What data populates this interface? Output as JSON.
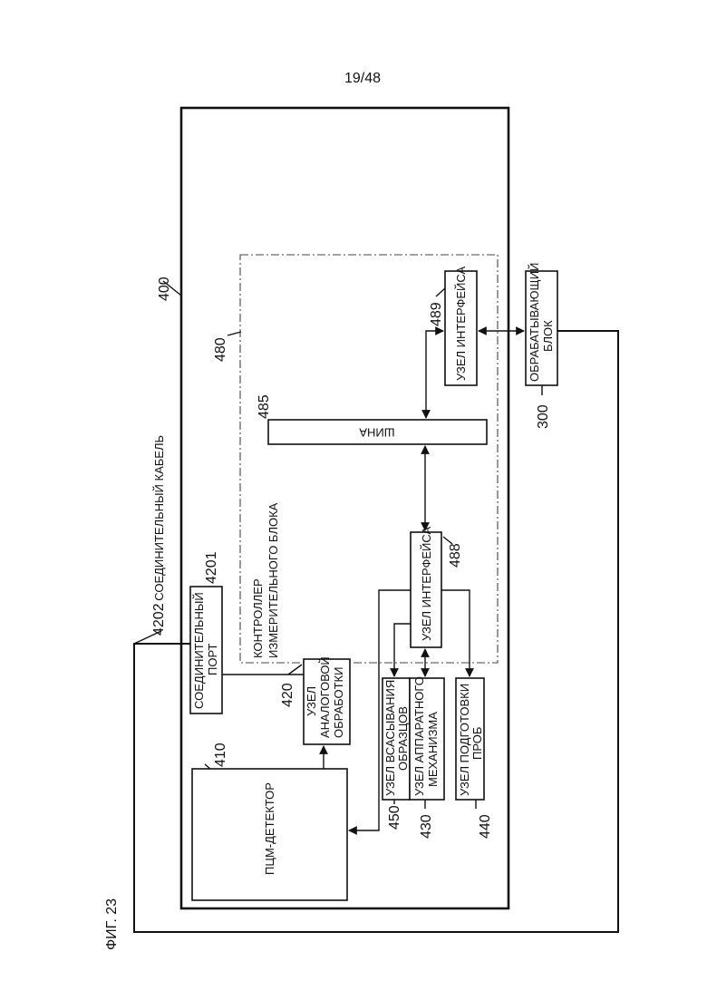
{
  "page_number": "19/48",
  "figure_label": "ФИГ. 23",
  "refs": {
    "unit": "400",
    "controller": "480",
    "bus": "485",
    "if_489": "489",
    "if_488": "488",
    "port": "4201",
    "cable": "4202",
    "detector": "410",
    "analog": "420",
    "suction": "450",
    "mechanism": "430",
    "sample_prep": "440",
    "processing": "300"
  },
  "labels": {
    "cable_text": ": СОЕДИНИТЕЛЬНЫЙ КАБЕЛЬ",
    "port_line1": "СОЕДИНИТЕЛЬНЫЙ",
    "port_line2": "ПОРТ",
    "detector": "ПЦМ-ДЕТЕКТОР",
    "analog_line1": "УЗЕЛ",
    "analog_line2": "АНАЛОГОВОЙ",
    "analog_line3": "ОБРАБОТКИ",
    "controller_line1": "КОНТРОЛЛЕР",
    "controller_line2": "ИЗМЕРИТЕЛЬНОГО БЛОКА",
    "bus": "ШИНА",
    "if_488": "УЗЕЛ ИНТЕРФЕЙСА",
    "if_489": "УЗЕЛ ИНТЕРФЕЙСА",
    "suction_line1": "УЗЕЛ ВСАСЫВАНИЯ",
    "suction_line2": "ОБРАЗЦОВ",
    "mechanism_line1": "УЗЕЛ АППАРАТНОГО",
    "mechanism_line2": "МЕХАНИЗМА",
    "sample_prep_line1": "УЗЕЛ ПОДГОТОВКИ",
    "sample_prep_line2": "ПРОБ",
    "processing_line1": "ОБРАБАТЫВАЮЩИЙ",
    "processing_line2": "БЛОК"
  }
}
